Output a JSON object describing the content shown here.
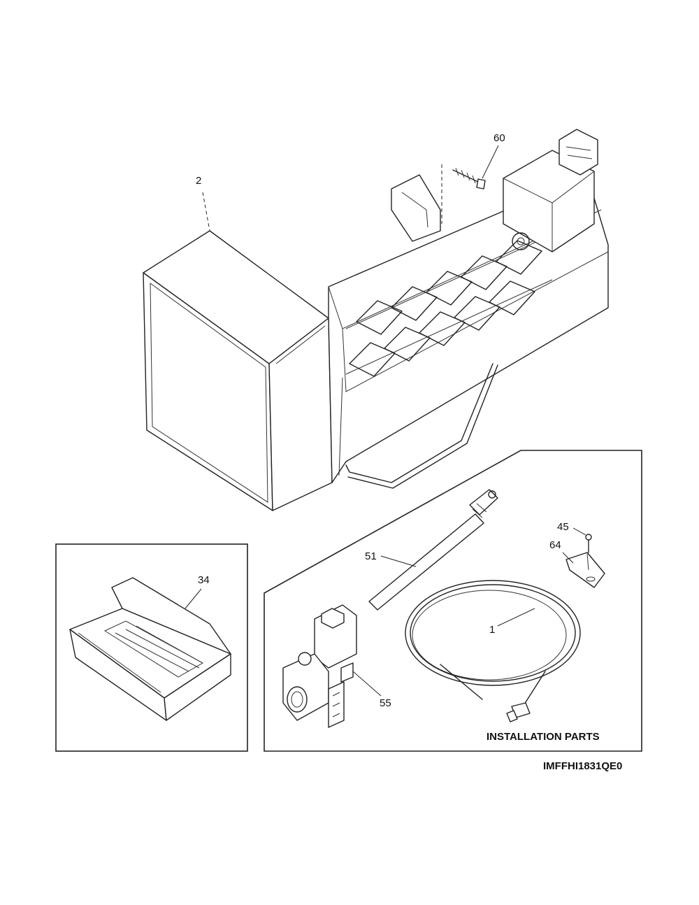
{
  "callouts": {
    "p2": "2",
    "p60": "60",
    "p45": "45",
    "p64": "64",
    "p51": "51",
    "p34": "34",
    "p1": "1",
    "p55": "55"
  },
  "installation_label": "INSTALLATION PARTS",
  "diagram_code": "IMFFHI1831QE0"
}
